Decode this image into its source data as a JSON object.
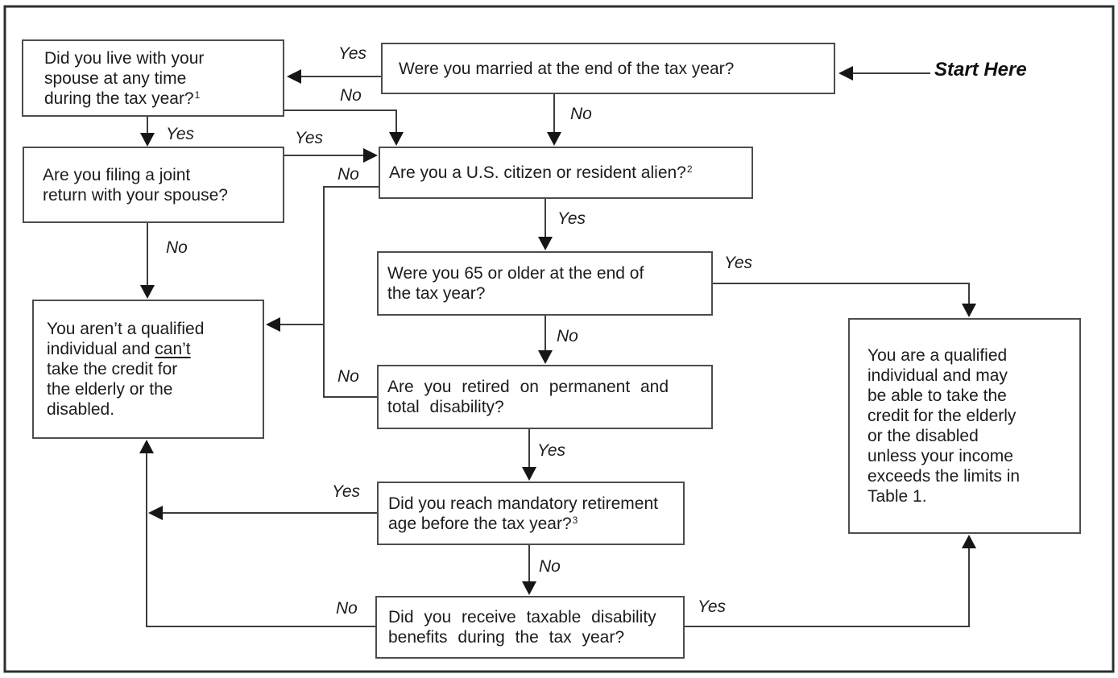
{
  "figure": {
    "start_label": "Start Here",
    "yes": "Yes",
    "no": "No"
  },
  "nodes": {
    "married": {
      "text": "Were you married at the end of the tax year?"
    },
    "live_with_spouse": {
      "text": "Did you live with your\nspouse at any time\nduring the tax year?",
      "footnote": "1"
    },
    "joint_return": {
      "text": "Are you filing a joint\nreturn with your spouse?"
    },
    "citizen": {
      "text": "Are you a U.S. citizen or resident alien?",
      "footnote": "2"
    },
    "age_65": {
      "text": "Were you 65 or older at the end of\nthe tax year?"
    },
    "retired_disability": {
      "text": "Are you retired on permanent and\ntotal disability?"
    },
    "mandatory_age": {
      "text": "Did you reach mandatory retirement\nage before the tax year?",
      "footnote": "3"
    },
    "taxable_benefits": {
      "text": "Did you receive taxable disability\nbenefits during the tax year?"
    },
    "not_qualified": {
      "before": "You aren’t a qualified\nindividual and ",
      "underlined": "can’t",
      "after": "\ntake the credit for\nthe elderly or the\ndisabled."
    },
    "qualified": {
      "text": "You are a qualified\nindividual and may\nbe able to take the\ncredit for the elderly\nor the disabled\nunless your income\nexceeds the limits in\nTable 1."
    }
  },
  "colors": {
    "background": "#ffffff",
    "line": "#3d3d3d",
    "box_border": "#4d4d4d",
    "arrowhead": "#161616",
    "text": "#1c1c1c"
  }
}
